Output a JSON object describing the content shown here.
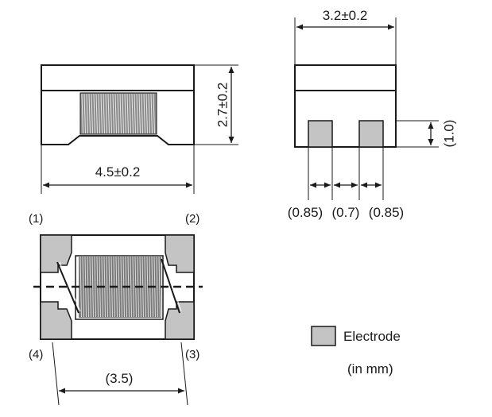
{
  "side_view": {
    "width_label": "4.5±0.2",
    "height_label": "2.7±0.2"
  },
  "end_view": {
    "width_label": "3.2±0.2",
    "electrode_height_label": "(1.0)",
    "electrode_width_left_label": "(0.85)",
    "gap_label": "(0.7)",
    "electrode_width_right_label": "(0.85)"
  },
  "top_view": {
    "pins": {
      "p1": "(1)",
      "p2": "(2)",
      "p3": "(3)",
      "p4": "(4)"
    },
    "pitch_label": "(3.5)"
  },
  "legend": {
    "electrode_label": "Electrode",
    "unit_note": "(in mm)"
  },
  "colors": {
    "electrode": "#c4c4c4",
    "line": "#1a1a1a",
    "winding": "#555555"
  }
}
